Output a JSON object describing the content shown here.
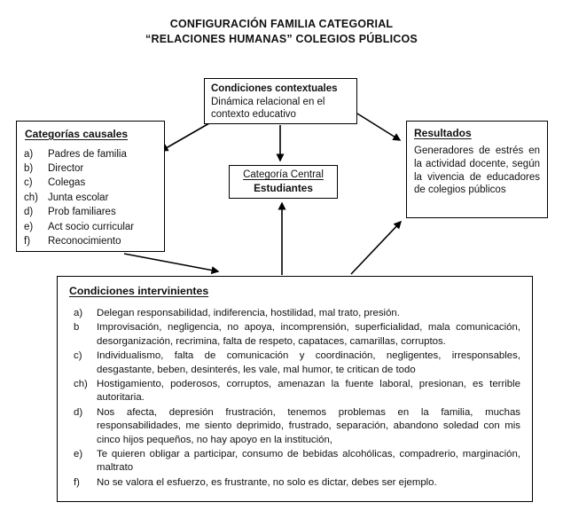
{
  "title": {
    "line1": "CONFIGURACIÓN FAMILIA CATEGORIAL",
    "line2": "“RELACIONES HUMANAS” COLEGIOS PÚBLICOS"
  },
  "contextual": {
    "heading": "Condiciones contextuales",
    "body": "Dinámica relacional en el contexto educativo"
  },
  "causales": {
    "heading": "Categorías causales",
    "items": [
      {
        "label": "a)",
        "text": "Padres de familia"
      },
      {
        "label": "b)",
        "text": "Director"
      },
      {
        "label": "c)",
        "text": "Colegas"
      },
      {
        "label": "ch)",
        "text": "Junta escolar"
      },
      {
        "label": "d)",
        "text": "Prob familiares"
      },
      {
        "label": "e)",
        "text": "Act socio curricular"
      },
      {
        "label": "f)",
        "text": "Reconocimiento"
      }
    ]
  },
  "resultados": {
    "heading": "Resultados",
    "body": "Generadores de estrés en la actividad docente, según la vivencia de educadores de colegios públicos"
  },
  "central": {
    "heading": "Categoría Central",
    "body": "Estudiantes"
  },
  "intervinientes": {
    "heading": "Condiciones intervinientes",
    "items": [
      {
        "label": "a)",
        "text": "Delegan responsabilidad, indiferencia,  hostilidad, mal trato, presión."
      },
      {
        "label": "b",
        "text": "Improvisación, negligencia, no apoya, incomprensión, superficialidad, mala comunicación, desorganización, recrimina, falta de respeto, capataces, camarillas, corruptos."
      },
      {
        "label": "c)",
        "text": "Individualismo, falta de comunicación y coordinación, negligentes, irresponsables,  desgastante, beben, desinterés, les vale, mal humor, te critican de todo"
      },
      {
        "label": "ch)",
        "text": "Hostigamiento, poderosos, corruptos,  amenazan la fuente laboral, presionan, es terrible autoritaria."
      },
      {
        "label": "d)",
        "text": "Nos afecta, depresión frustración, tenemos problemas en la familia, muchas responsabilidades,  me siento deprimido, frustrado, separación, abandono soledad con mis cinco hijos pequeños, no hay apoyo en la institución,"
      },
      {
        "label": "e)",
        "text": "Te quieren obligar a participar,  consumo de bebidas alcohólicas, compadrerio, marginación, maltrato"
      },
      {
        "label": "f)",
        "text": "No se valora el esfuerzo, es frustrante, no solo es dictar, debes ser ejemplo."
      }
    ]
  }
}
